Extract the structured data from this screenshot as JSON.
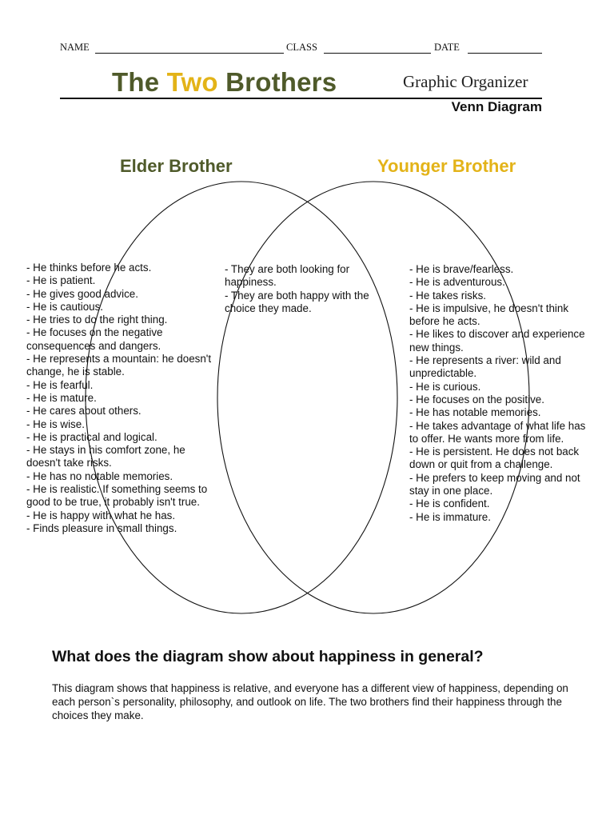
{
  "header": {
    "name_label": "NAME",
    "class_label": "CLASS",
    "date_label": "DATE"
  },
  "title": {
    "word1": "The ",
    "word2": "Two",
    "word3": " Brothers",
    "organizer": "Graphic Organizer",
    "subtitle": "Venn Diagram"
  },
  "colors": {
    "olive": "#4f5a2a",
    "gold": "#e3b318"
  },
  "venn": {
    "left_title": "Elder Brother",
    "right_title": "Younger Brother",
    "left_items": [
      "- He thinks before he acts.",
      "- He is patient.",
      "- He gives good advice.",
      "- He is cautious.",
      "- He tries to do the right thing.",
      "- He focuses on the negative consequences and dangers.",
      "- He represents a mountain: he doesn't change, he is stable.",
      "- He is fearful.",
      "- He is mature.",
      "- He cares about others.",
      "- He is wise.",
      "- He is practical and logical.",
      "- He stays in his comfort zone, he doesn't take risks.",
      "- He has no notable memories.",
      "- He is realistic. If something seems to good to be true,  it probably isn't true.",
      "- He is happy with what he has.",
      "- Finds pleasure in small things."
    ],
    "middle_items": [
      "- They are both looking for happiness.",
      "- They are both happy with the choice they made."
    ],
    "right_items": [
      "- He is brave/fearless.",
      "- He is adventurous.",
      "- He takes risks.",
      "- He is impulsive, he doesn't think before he acts.",
      "- He likes to discover and experience new things.",
      "- He represents a river: wild and unpredictable.",
      "- He is curious.",
      "- He focuses on the positive.",
      "- He has notable memories.",
      "- He takes advantage of what life has to offer. He wants more from life.",
      "- He is persistent. He does not back down or quit from a challenge.",
      "- He prefers to keep moving and not stay in one place.",
      "- He is confident.",
      "- He is immature."
    ]
  },
  "question": {
    "heading": "What does the diagram show about happiness in general?",
    "answer": "This diagram shows that happiness is relative, and everyone has a different view of happiness, depending on each person`s personality, philosophy, and outlook on life. The two brothers find their happiness through the choices they make."
  }
}
